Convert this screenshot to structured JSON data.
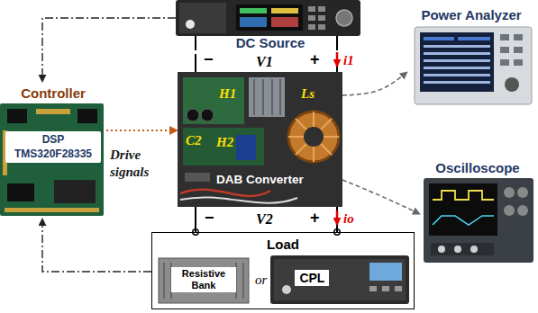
{
  "diagram": {
    "nodes": [
      {
        "text": [
          "DC Source"
        ]
      },
      {
        "text": [
          "Power Analyzer"
        ]
      },
      {
        "text": [
          "Controller",
          "DSP TMS320F28335"
        ]
      },
      {
        "text": [
          "DAB Converter"
        ]
      },
      {
        "text": [
          "Oscilloscope"
        ]
      },
      {
        "text": [
          "Load"
        ]
      },
      {
        "text": [
          "Resistive Bank"
        ],
        "in": 5
      },
      {
        "text": [
          "CPL"
        ],
        "in": 5
      }
    ],
    "edges": [
      {
        "from": 0,
        "to": 3,
        "arrow": "none"
      },
      {
        "from": 0,
        "to": 3,
        "arrow": "none"
      },
      {
        "from": 3,
        "to": 5,
        "arrow": "none"
      },
      {
        "from": 3,
        "to": 5,
        "arrow": "none"
      },
      {
        "from": 0,
        "to": 2,
        "arrow": "to"
      },
      {
        "from": 5,
        "to": 2,
        "arrow": "to"
      },
      {
        "from": 2,
        "to": 3,
        "arrow": "to",
        "label": "Drive signals"
      },
      {
        "from": 3,
        "to": 1,
        "arrow": "to"
      },
      {
        "from": 3,
        "to": 4,
        "arrow": "to"
      }
    ],
    "labels": [
      "−",
      "V1",
      "+",
      "i1",
      "H1",
      "Ls",
      "C2",
      "H2",
      "−",
      "V2",
      "+",
      "io",
      "or"
    ]
  }
}
